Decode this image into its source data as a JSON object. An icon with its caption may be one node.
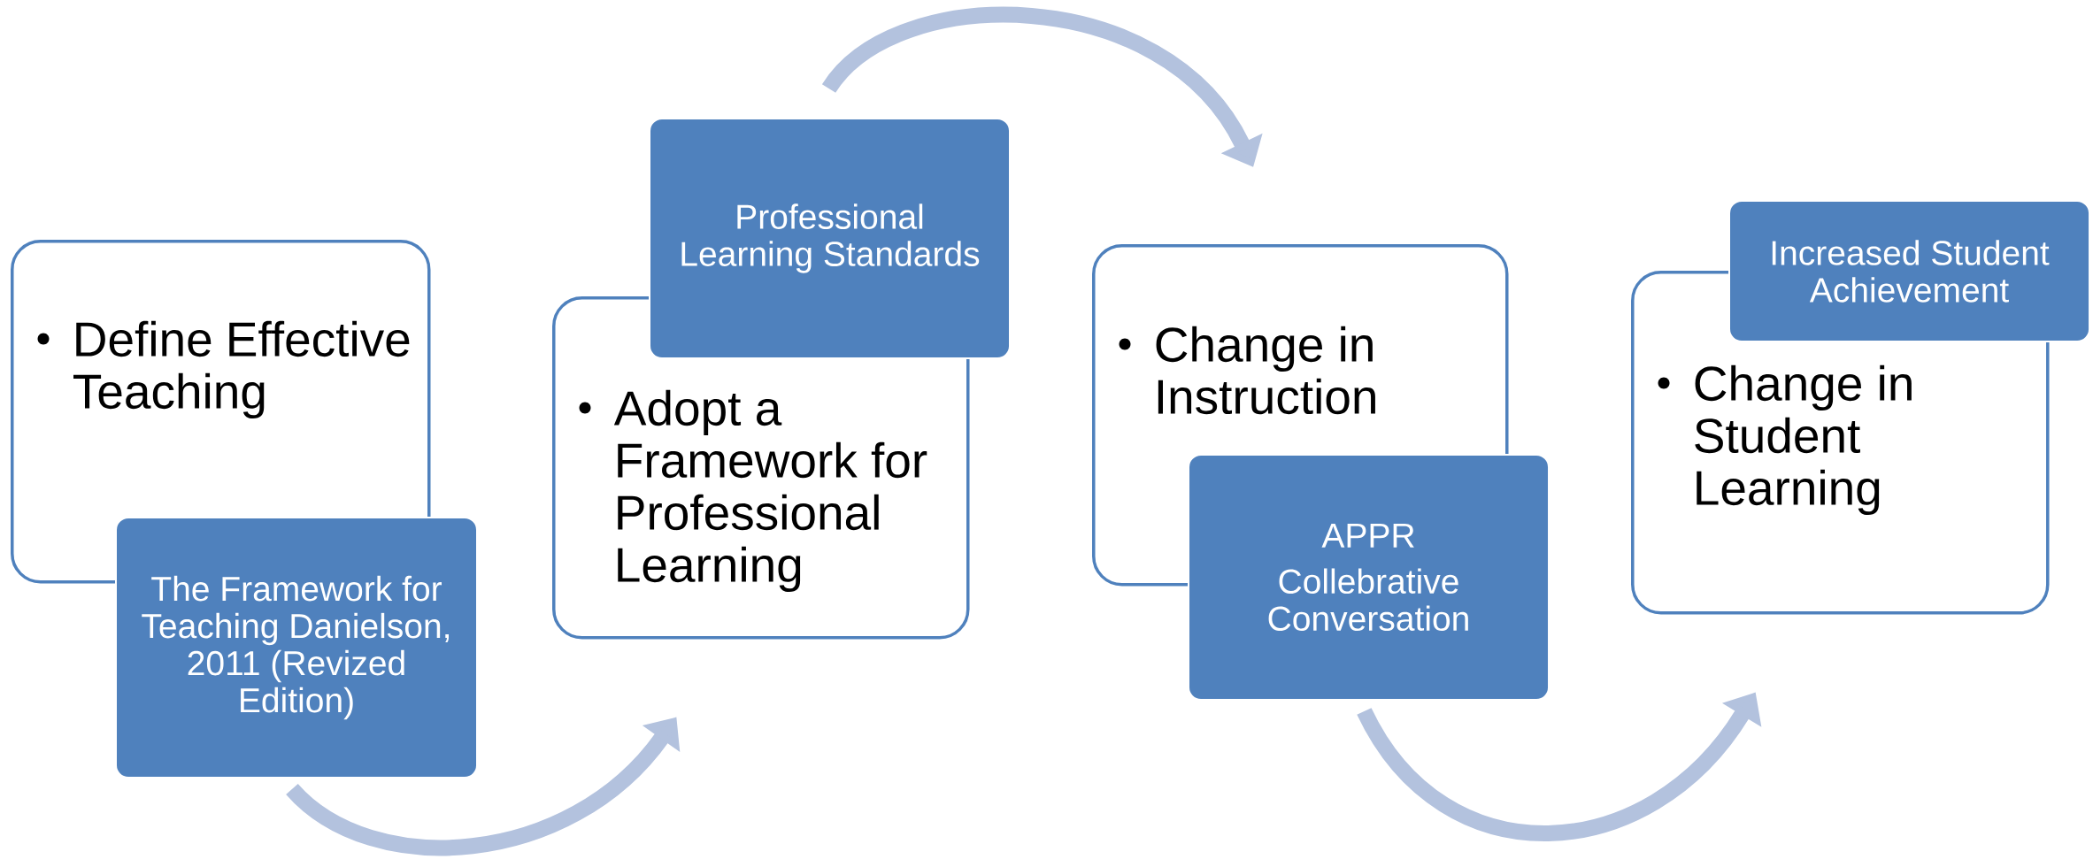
{
  "diagram": {
    "nodes": [
      {
        "text": [
          "Define Effective Teaching"
        ]
      },
      {
        "text": [
          "The Framework for Teaching Danielson, 2011 (Revized Edition)"
        ]
      },
      {
        "text": [
          "Professional Learning Standards"
        ]
      },
      {
        "text": [
          "Adopt a Framework for Professional Learning"
        ]
      },
      {
        "text": [
          "Change in Instruction"
        ]
      },
      {
        "text": [
          "APPR",
          "Collebrative Conversation"
        ]
      },
      {
        "text": [
          "Change in Student Learning"
        ]
      },
      {
        "text": [
          "Increased Student Achievement"
        ]
      }
    ],
    "edges": [
      {
        "from": 1,
        "to": 3,
        "arrow": "to"
      },
      {
        "from": 2,
        "to": 4,
        "arrow": "to"
      },
      {
        "from": 5,
        "to": 6,
        "arrow": "to"
      }
    ]
  }
}
